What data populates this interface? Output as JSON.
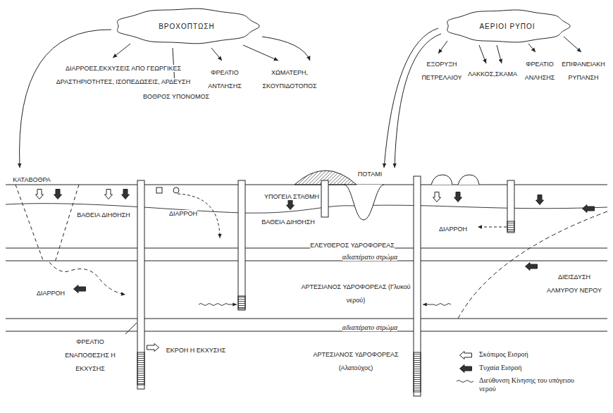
{
  "diagram": {
    "nodes": [
      {
        "text": [
          "ΒΡΟΧΟΠΤΩΣΗ"
        ]
      },
      {
        "text": [
          "ΑΕΡΙΟΙ ΡΥΠΟΙ"
        ]
      }
    ],
    "labels": [
      "ΔΙΑΡΡΟΕΣ,ΕΚΧΥΣΕΙΣ ΑΠΟ ΓΕΩΡΓΙΚΕΣ ΔΡΑΣΤΗΡΙΟΤΗΤΕΣ, ΙΣΟΠΕΔΩΣΕΙΣ, ΑΡΔΕΥΣΗ",
      "ΦΡΕΑΤΙΟ ΑΝΤΛΗΣΗΣ",
      "ΧΩΜΑΤΕΡΗ, ΣΚΟΥΠΙΔΟΤΟΠΟΣ",
      "ΒΟΘΡΟΣ ΥΠΟΝΟΜΟΣ",
      "ΕΞΟΡΥΞΗ ΠΕΤΡΕΛΑΙΟΥ",
      "ΛΑΚΚΟΣ,ΣΚΑΜΑ",
      "ΦΡΕΑΤΙΟ ΑΝΛΗΣΗΣ",
      "ΕΠΙΦΑΝΕΙΑΚΗ ΡΥΠΑΝΣΗ",
      "ΚΑΤΑΒΟΘΡΑ",
      "ΠΟΤΑΜΙ",
      "ΥΠΟΓΕΙΑ ΣΤΑΘΜΗ",
      "ΒΑΘΕΙΑ ΔΙΗΘΗΣΗ",
      "ΔΙΑΡΡΟΗ",
      "ΒΑΘΕΙΑ ΔΙΗΘΗΣΗ",
      "ΔΙΑΡΡΟΗ",
      "ΕΛΕΥΘΕΡΟΣ ΥΔΡΟΦΟΡΕΑΣ",
      "αδιαπέρατο στρώμα",
      "ΑΡΤΕΣΙΑΝΟΣ ΥΔΡΟΦΟΡΕΑΣ (Γλυκού νερού)",
      "ΔΙΕΙΣΔΥΣΗ ΑΛΜΥΡΟΥ ΝΕΡΟΥ",
      "ΔΙΑΡΡΟΗ",
      "αδιαπέρατο στρώμα",
      "ΦΡΕΑΤΙΟ ΕΝΑΠΟΘΕΣΗΣ Η ΕΚΧΥΣΗΣ",
      "ΕΚΡΟΗ Η ΕΚΧΥΣΗΣ",
      "ΑΡΤΕΣΙΑΝΟΣ ΥΔΡΟΦΟΡΕΑΣ (Αλατούχος)"
    ],
    "legend": [
      {
        "text": "Σκόπιμος Εισροή"
      },
      {
        "text": "Τυχαία Εισροή"
      },
      {
        "text": "Διεύθυνση Κίνησης του υπόγειου νερού"
      }
    ]
  }
}
